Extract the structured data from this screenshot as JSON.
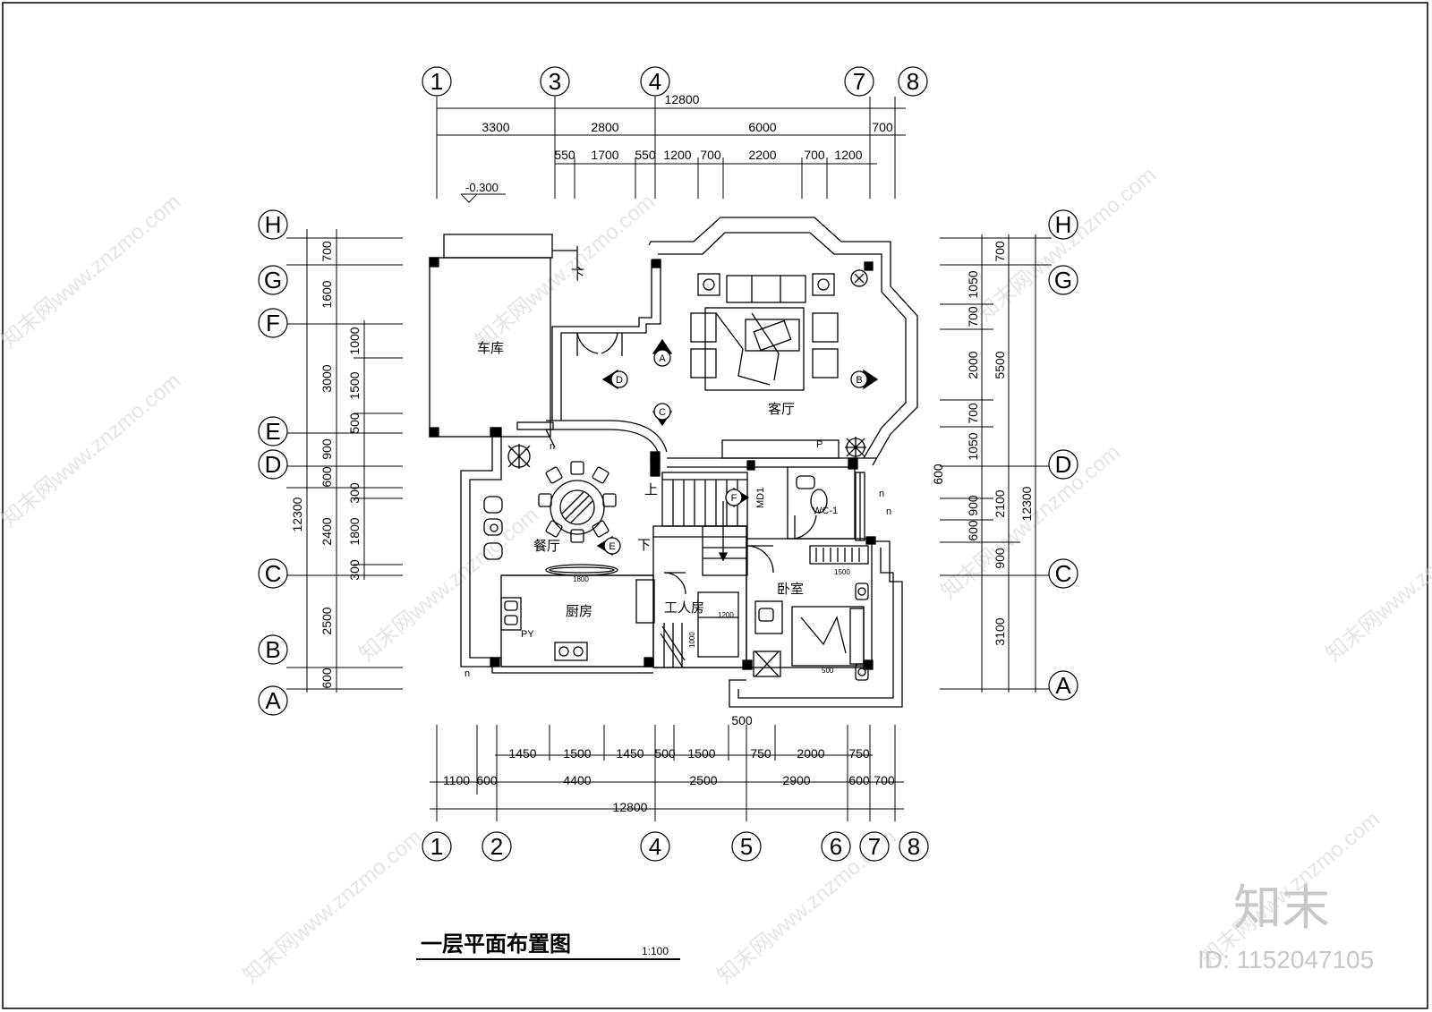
{
  "drawing": {
    "title": "一层平面布置图",
    "scale": "1:100",
    "level_mark": "-0.300"
  },
  "axes": {
    "top": [
      "1",
      "3",
      "4",
      "7",
      "8"
    ],
    "bottom": [
      "1",
      "2",
      "4",
      "5",
      "6",
      "7",
      "8"
    ],
    "left": [
      "H",
      "G",
      "F",
      "E",
      "D",
      "C",
      "B",
      "A"
    ],
    "right": [
      "H",
      "G",
      "D",
      "C",
      "A"
    ]
  },
  "dimensions": {
    "top_total": "12800",
    "top_row1": [
      "3300",
      "2800",
      "6000",
      "700"
    ],
    "top_row2": [
      "550",
      "1700",
      "550",
      "1200",
      "700",
      "2200",
      "700",
      "1200"
    ],
    "bottom_row1": [
      "1450",
      "1500",
      "1450",
      "500",
      "1500",
      "750",
      "2000",
      "750"
    ],
    "bottom_row2": [
      "1100",
      "600",
      "4400",
      "2500",
      "2900",
      "600",
      "700"
    ],
    "bottom_total": "12800",
    "bottom_extra": "500",
    "left_total": "12300",
    "left_row1": [
      "700",
      "1600",
      "3000",
      "900",
      "600",
      "2400",
      "2500",
      "600"
    ],
    "left_row2": [
      "1000",
      "1500",
      "500",
      "300",
      "1800",
      "300"
    ],
    "right_total": "12300",
    "right_row1": [
      "700",
      "5500",
      "2100",
      "3100"
    ],
    "right_row2": [
      "1050",
      "700",
      "2000",
      "700",
      "1050",
      "900",
      "600",
      "900"
    ],
    "right_extra": "600"
  },
  "rooms": {
    "garage": "车库",
    "living": "客厅",
    "dining": "餐厅",
    "kitchen": "厨房",
    "servant": "工人房",
    "bedroom": "卧室"
  },
  "annotations": {
    "up": "上",
    "down": "下",
    "door_md1": "MD1",
    "window_wc": "WC-1",
    "label_n": "n",
    "label_p": "P",
    "label_py": "PY",
    "dim_1800": "1800",
    "dim_1500": "1500",
    "dim_1200": "1200",
    "dim_1000": "1000",
    "dim_500": "500",
    "view_a": "A",
    "view_b": "B",
    "view_c": "C",
    "view_d": "D",
    "view_e": "E",
    "view_f": "F"
  },
  "watermark": {
    "site": "知末网www.znzmo.com",
    "brand": "知末",
    "id": "ID: 1152047105"
  }
}
